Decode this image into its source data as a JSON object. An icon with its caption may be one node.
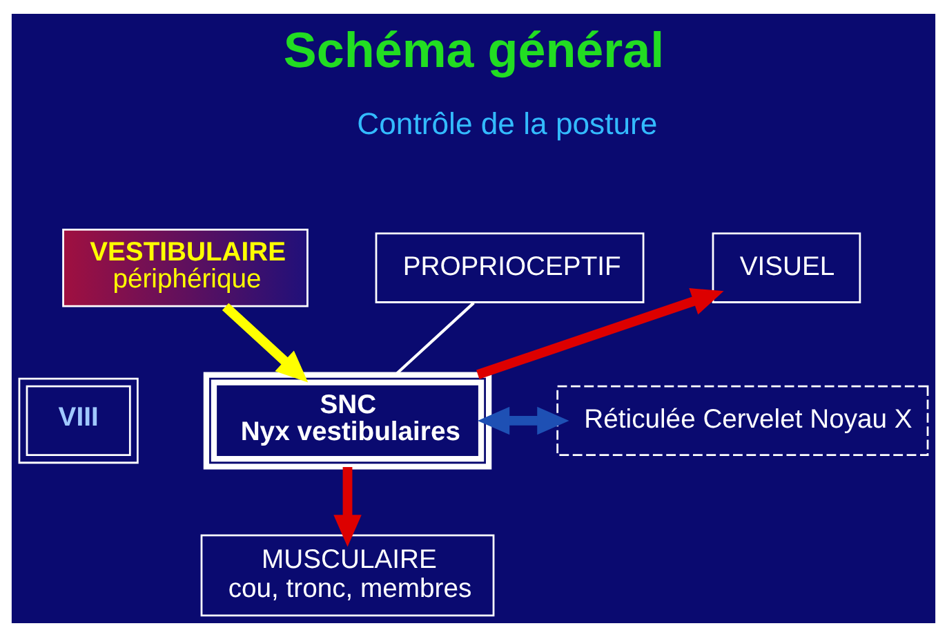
{
  "diagram": {
    "title": "Schéma général",
    "nodes": [
      {
        "text": [
          "VESTIBULAIRE",
          "périphérique"
        ]
      },
      {
        "text": [
          "PROPRIOCEPTIF"
        ]
      },
      {
        "text": [
          "VISUEL"
        ]
      },
      {
        "text": [
          "VIII"
        ]
      },
      {
        "text": [
          "SNC",
          "Nyx vestibulaires"
        ]
      },
      {
        "text": [
          "Réticulée Cervelet Noyau X"
        ]
      },
      {
        "text": [
          "MUSCULAIRE",
          "cou, tronc, membres"
        ]
      }
    ],
    "edges": [
      {
        "from": 0,
        "to": 4,
        "arrow": "to",
        "color": "#ffff00"
      },
      {
        "from": 1,
        "to": 4,
        "arrow": "none",
        "color": "#ffffff"
      },
      {
        "from": 4,
        "to": 2,
        "arrow": "to",
        "color": "#dd0000"
      },
      {
        "from": 4,
        "to": 5,
        "arrow": "both",
        "color": "#1e50b4"
      },
      {
        "from": 4,
        "to": 6,
        "arrow": "to",
        "color": "#dd0000"
      }
    ],
    "labels": [
      "Contrôle de la posture"
    ]
  }
}
